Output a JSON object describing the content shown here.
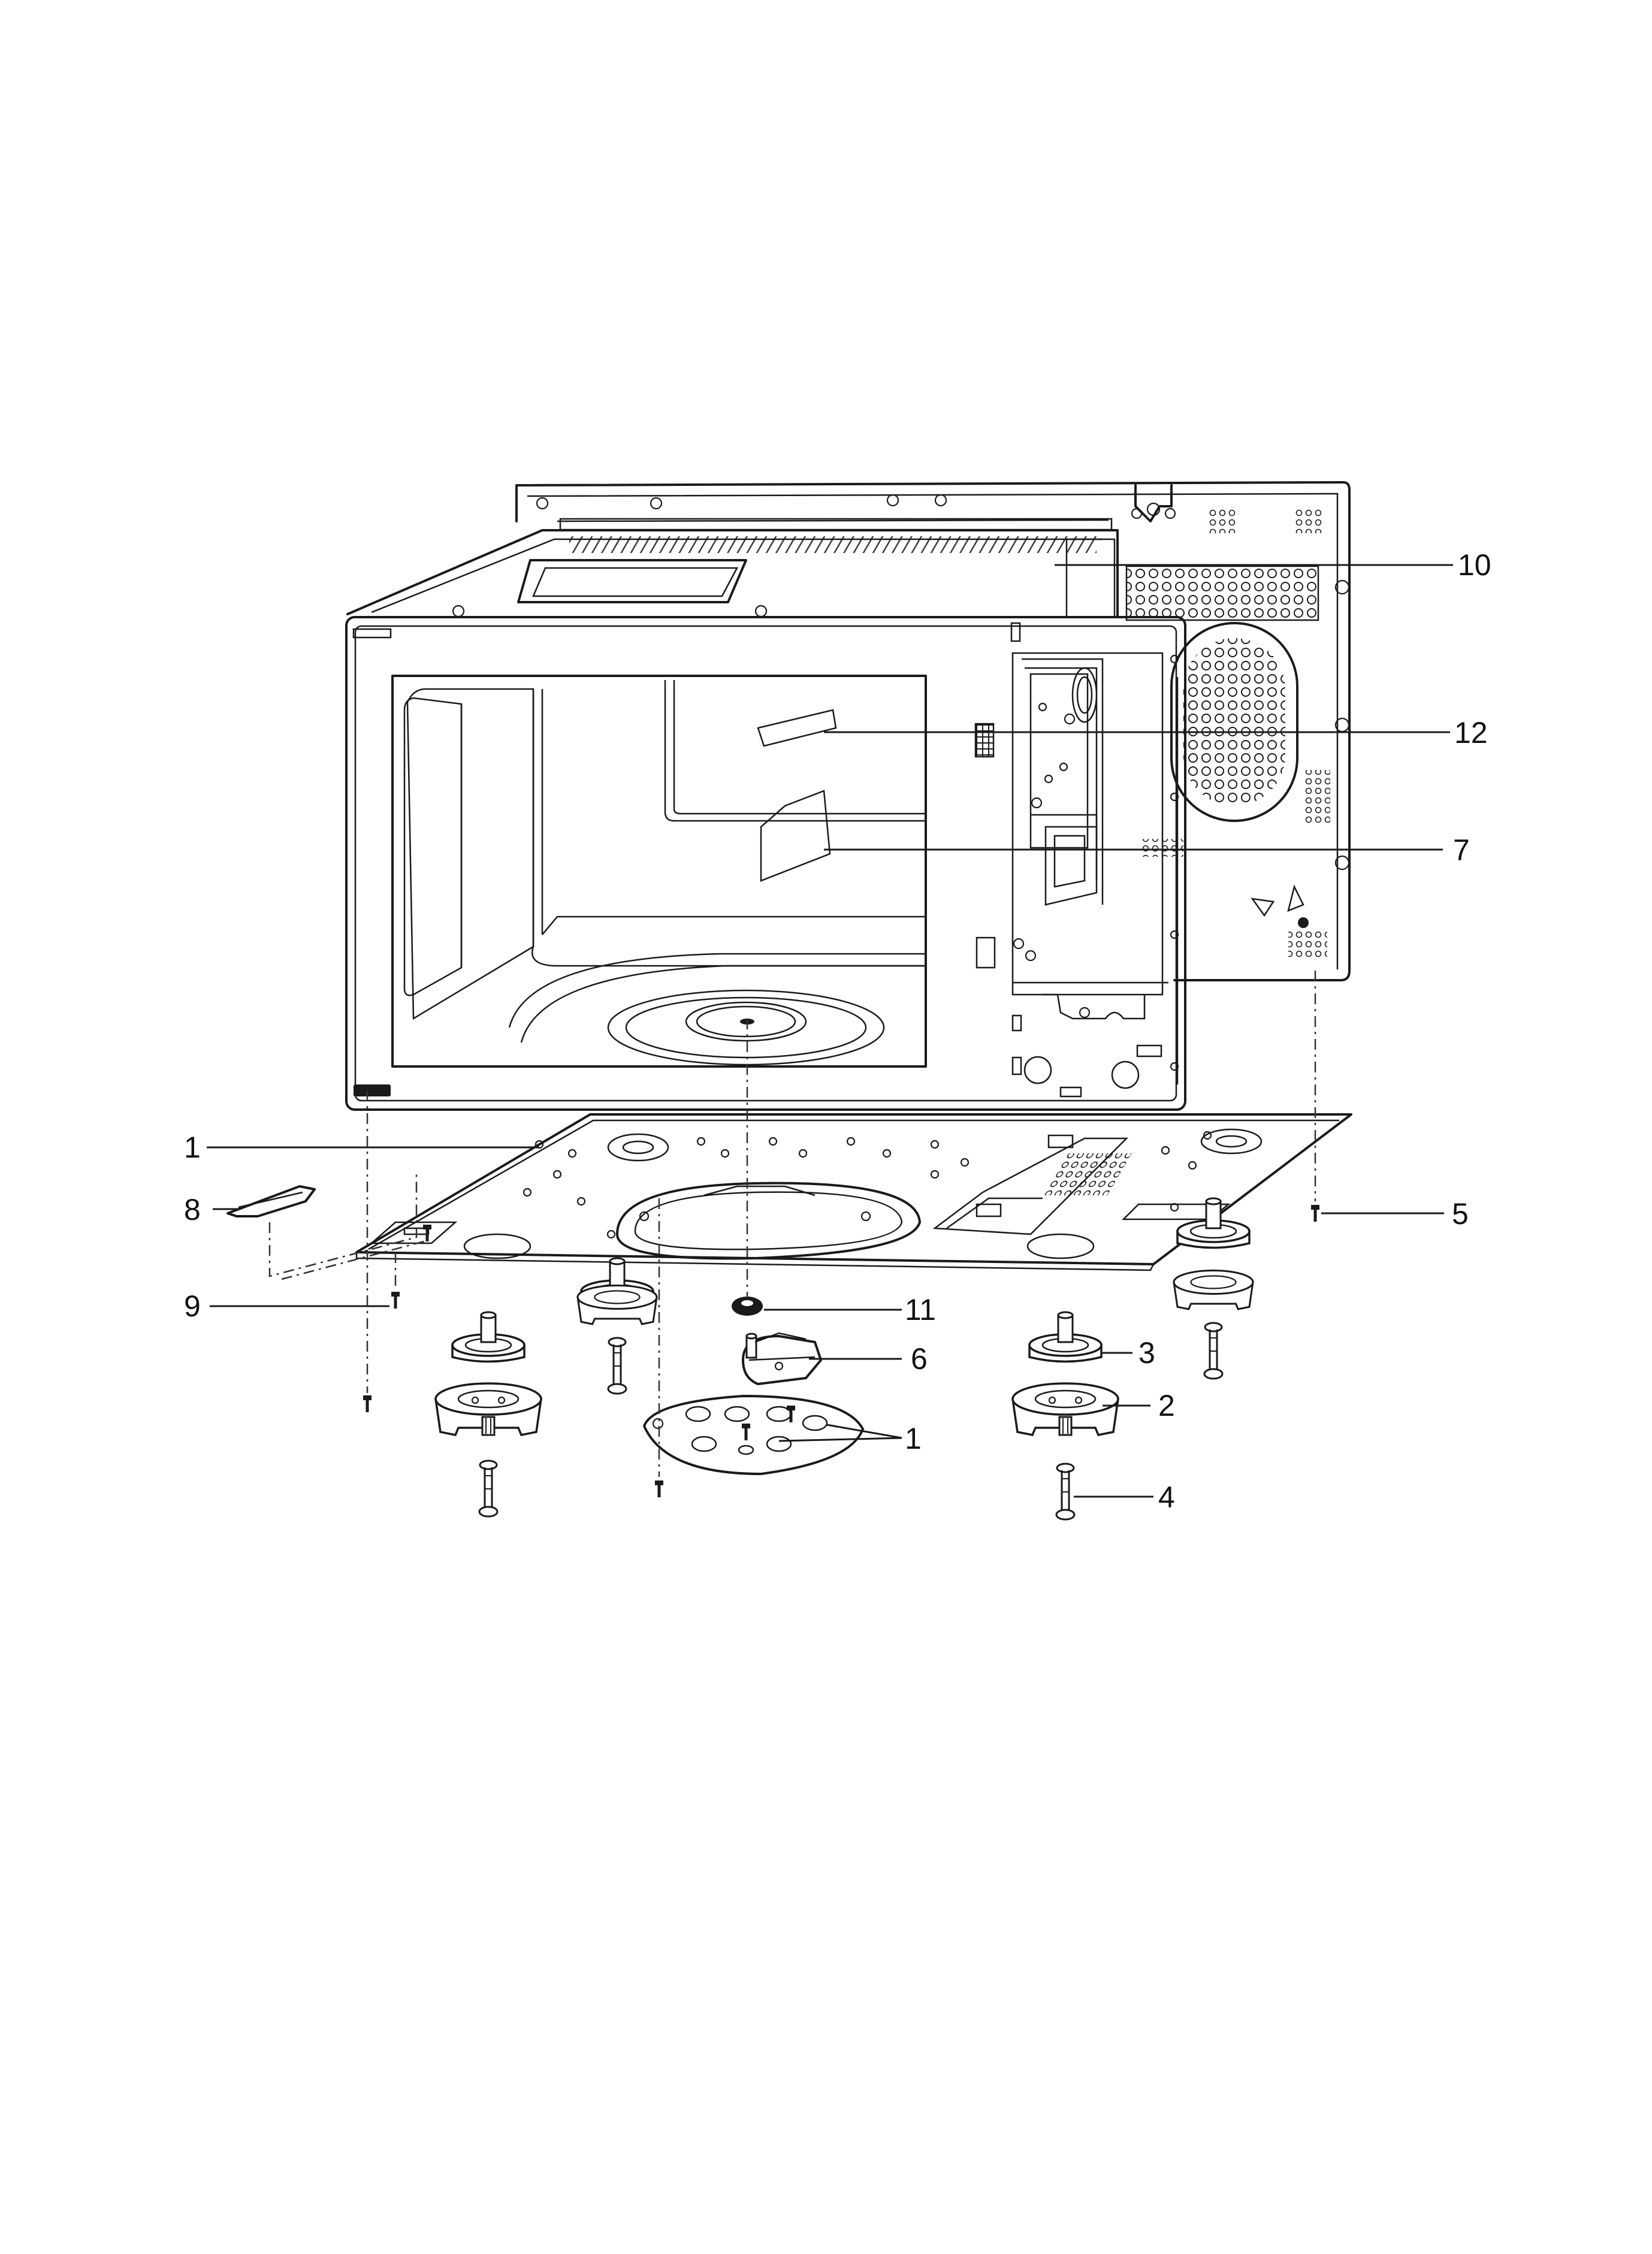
{
  "diagram": {
    "callouts": [
      {
        "id": "10",
        "label": "10"
      },
      {
        "id": "12",
        "label": "12"
      },
      {
        "id": "7",
        "label": "7"
      },
      {
        "id": "1a",
        "label": "1"
      },
      {
        "id": "8",
        "label": "8"
      },
      {
        "id": "9",
        "label": "9"
      },
      {
        "id": "5",
        "label": "5"
      },
      {
        "id": "11",
        "label": "11"
      },
      {
        "id": "3",
        "label": "3"
      },
      {
        "id": "6",
        "label": "6"
      },
      {
        "id": "2",
        "label": "2"
      },
      {
        "id": "1b",
        "label": "1"
      },
      {
        "id": "4",
        "label": "4"
      }
    ]
  }
}
